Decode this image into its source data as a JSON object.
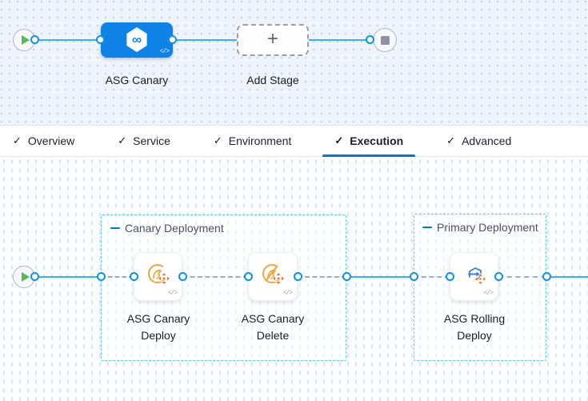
{
  "colors": {
    "stage_node_blue": "#0e82e6",
    "connector_blue": "#38b1f1",
    "port_ring_blue": "#0b93e8",
    "active_tab_underline": "#0575d8",
    "group_border_blue": "#5ec7f2",
    "group_dash_blue": "#0277d4",
    "canary_amber": "#f0a63c",
    "arrows_orange": "#ec7030",
    "rolling_blue": "#3b82d8",
    "play_green": "#57b857",
    "stop_gray": "#8e90a3"
  },
  "icons": {
    "check": "✓",
    "plus": "+",
    "code_badge": "</>",
    "harness_glyph": "∞"
  },
  "stage_graph": {
    "stage_label": "ASG Canary",
    "add_stage_label": "Add Stage"
  },
  "tab_bar": {
    "active_tab": "Execution",
    "tabs": [
      {
        "label": "Overview"
      },
      {
        "label": "Service"
      },
      {
        "label": "Environment"
      },
      {
        "label": "Execution"
      },
      {
        "label": "Advanced"
      }
    ]
  },
  "execution_graph": {
    "groups": [
      {
        "title": "Canary Deployment"
      },
      {
        "title": "Primary Deployment"
      }
    ],
    "steps": [
      {
        "label": "ASG Canary Deploy"
      },
      {
        "label": "ASG Canary Delete"
      },
      {
        "label": "ASG Rolling Deploy"
      }
    ]
  }
}
